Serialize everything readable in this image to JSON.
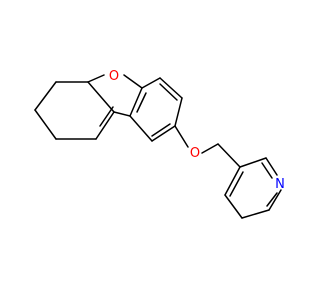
{
  "atoms": {
    "oxygen_furan": {
      "symbol": "O",
      "color": "#ff0000"
    },
    "oxygen_ether": {
      "symbol": "O",
      "color": "#ff0000"
    },
    "nitrogen_pyridine": {
      "symbol": "N",
      "color": "#0000ff"
    }
  },
  "colors": {
    "bond": "#000000",
    "background": "#ffffff"
  }
}
